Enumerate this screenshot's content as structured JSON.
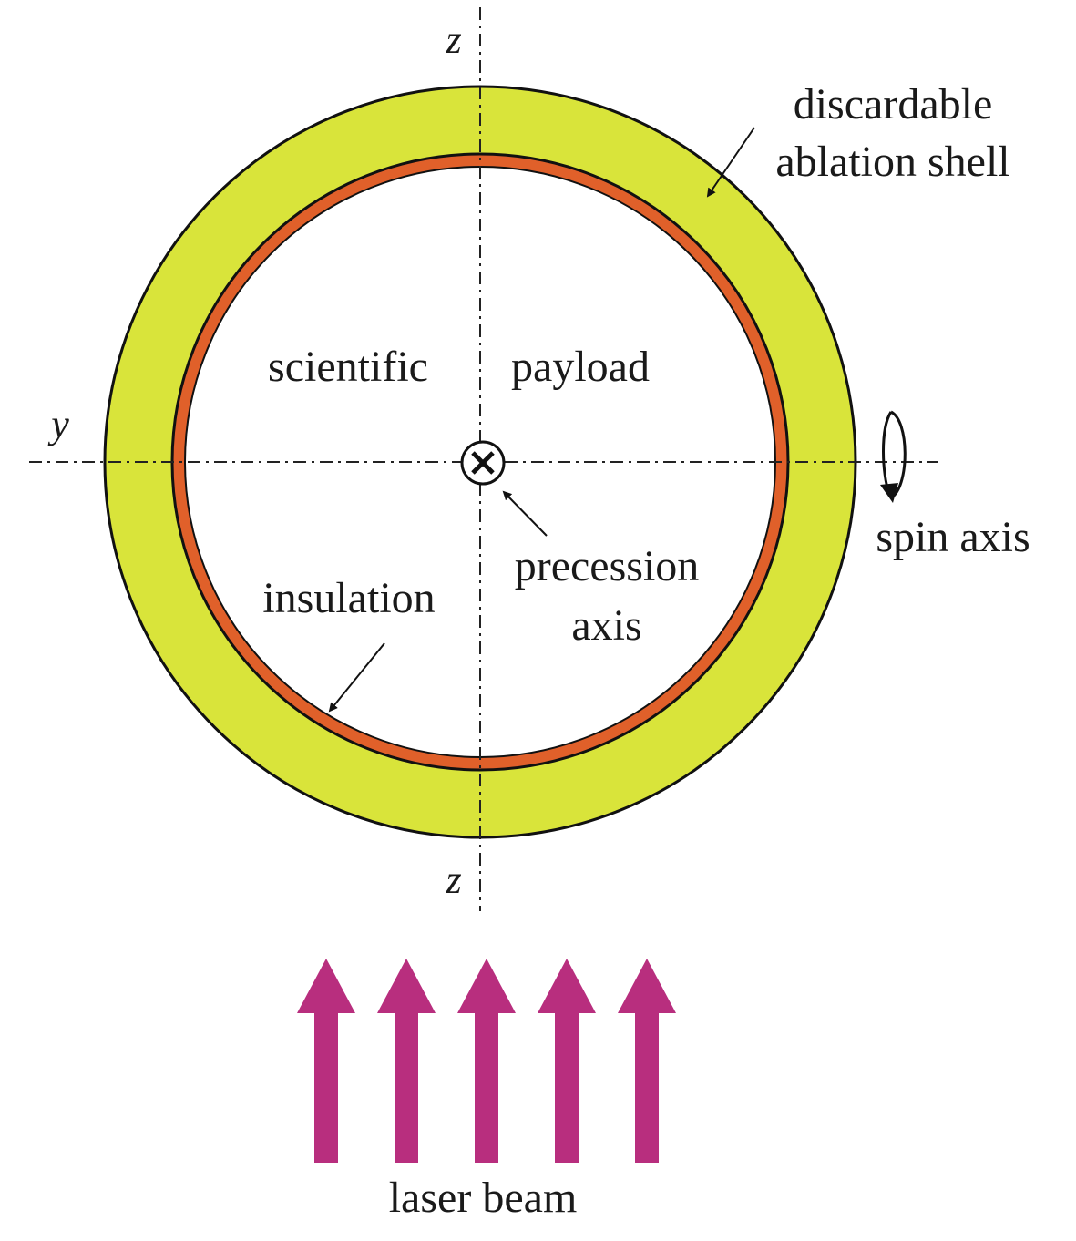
{
  "labels": {
    "z_top": "z",
    "z_bottom": "z",
    "y_axis": "y",
    "ablation_line1": "discardable",
    "ablation_line2": "ablation shell",
    "payload_left": "scientific",
    "payload_right": "payload",
    "spin_axis": "spin axis",
    "precession_line1": "precession",
    "precession_line2": "axis",
    "insulation": "insulation",
    "laser": "laser beam"
  },
  "colors": {
    "ablation_shell": "#d9e43a",
    "insulation": "#e0602a",
    "outline": "#111111",
    "laser": "#b82e7e",
    "axis_line": "#222222"
  },
  "laser_arrow_count": 5,
  "icons": {
    "precession": "circled-x-icon",
    "spin": "circular-arrow-icon"
  }
}
